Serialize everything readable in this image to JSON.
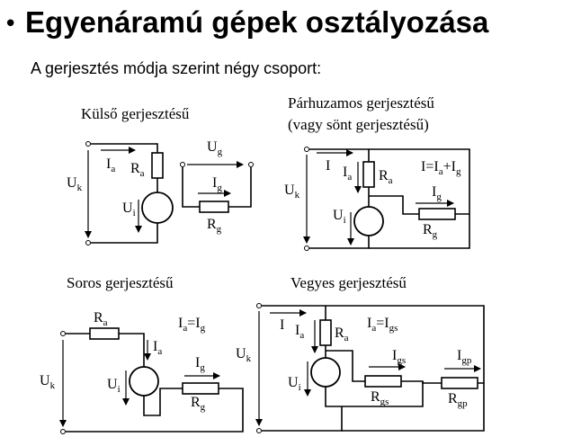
{
  "slide": {
    "bullet": "•",
    "title": "Egyenáramú gépek osztályozása",
    "subtitle": "A gerjesztés módja szerint négy csoport:"
  },
  "diagrams": {
    "kulso": {
      "heading": "Külső gerjesztésű",
      "Uk": "U",
      "Uk_sub": "k",
      "Ia": "I",
      "Ia_sub": "a",
      "Ra": "R",
      "Ra_sub": "a",
      "Ui": "U",
      "Ui_sub": "i",
      "Ug": "U",
      "Ug_sub": "g",
      "Ig": "I",
      "Ig_sub": "g",
      "Rg": "R",
      "Rg_sub": "g"
    },
    "parhuzamos": {
      "heading1": "Párhuzamos gerjesztésű",
      "heading2": "(vagy sönt gerjesztésű)",
      "I": "I",
      "Uk": "U",
      "Uk_sub": "k",
      "Ia": "I",
      "Ia_sub": "a",
      "Ra": "R",
      "Ra_sub": "a",
      "Ui": "U",
      "Ui_sub": "i",
      "eq_I": "I=I",
      "eq_a": "a",
      "eq_plus": "+I",
      "eq_g": "g",
      "Ig": "I",
      "Ig_sub": "g",
      "Rg": "R",
      "Rg_sub": "g"
    },
    "soros": {
      "heading": "Soros gerjesztésű",
      "Ra": "R",
      "Ra_sub": "a",
      "eq_Ia": "I",
      "eq_a": "a",
      "eq_eq": "=I",
      "eq_g": "g",
      "Uk": "U",
      "Uk_sub": "k",
      "Ia": "I",
      "Ia_sub": "a",
      "Ui": "U",
      "Ui_sub": "i",
      "Ig": "I",
      "Ig_sub": "g",
      "Rg": "R",
      "Rg_sub": "g"
    },
    "vegyes": {
      "heading": "Vegyes gerjesztésű",
      "I": "I",
      "Uk": "U",
      "Uk_sub": "k",
      "Ia": "I",
      "Ia_sub": "a",
      "Ra": "R",
      "Ra_sub": "a",
      "eq_Ia": "I",
      "eq_a": "a",
      "eq_eq": "=I",
      "eq_gs": "gs",
      "Igs": "I",
      "Igs_sub": "gs",
      "Rgs": "R",
      "Rgs_sub": "gs",
      "Igp": "I",
      "Igp_sub": "gp",
      "Rgp": "R",
      "Rgp_sub": "gp",
      "Ui": "U",
      "Ui_sub": "i"
    }
  }
}
